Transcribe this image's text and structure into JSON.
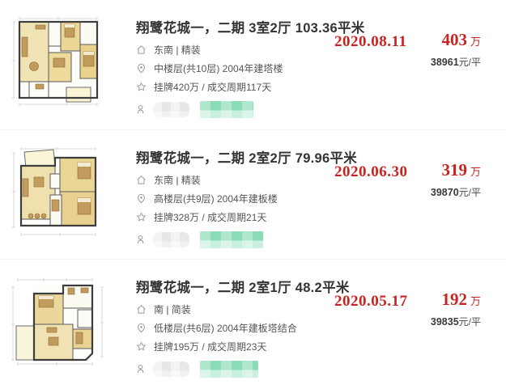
{
  "theme": {
    "accent_red": "#c9241f",
    "title_color": "#333333",
    "detail_text_color": "#555555",
    "icon_color": "#9b9b9b",
    "divider_color": "#f1f1f1",
    "agent_blur_gray": "#e9e9eb",
    "agent_blur_green": "#8bdbb6",
    "floorplan_room_tan": "#ecd79a",
    "floorplan_balcony_pale": "#f8f4d6"
  },
  "icons": {
    "orientation": "house-icon",
    "floor": "location-pin-icon",
    "listing": "star-icon",
    "agent": "person-icon"
  },
  "listings": [
    {
      "title": "翔鹭花城一，二期 3室2厅 103.36平米",
      "orientation": "东南 | 精装",
      "floor": "中楼层(共10层) 2004年建塔楼",
      "listing_info": "挂牌420万 / 成交周期117天",
      "deal_date": "2020.08.11",
      "price": "403",
      "price_unit": "万",
      "unit_price": "38961",
      "unit_price_suffix": "元/平"
    },
    {
      "title": "翔鹭花城一，二期 2室2厅 79.96平米",
      "orientation": "东南 | 精装",
      "floor": "高楼层(共9层) 2004年建板楼",
      "listing_info": "挂牌328万 / 成交周期21天",
      "deal_date": "2020.06.30",
      "price": "319",
      "price_unit": "万",
      "unit_price": "39870",
      "unit_price_suffix": "元/平"
    },
    {
      "title": "翔鹭花城一，二期 2室1厅 48.2平米",
      "orientation": "南 | 简装",
      "floor": "低楼层(共6层) 2004年建板塔结合",
      "listing_info": "挂牌195万 / 成交周期23天",
      "deal_date": "2020.05.17",
      "price": "192",
      "price_unit": "万",
      "unit_price": "39835",
      "unit_price_suffix": "元/平"
    }
  ]
}
